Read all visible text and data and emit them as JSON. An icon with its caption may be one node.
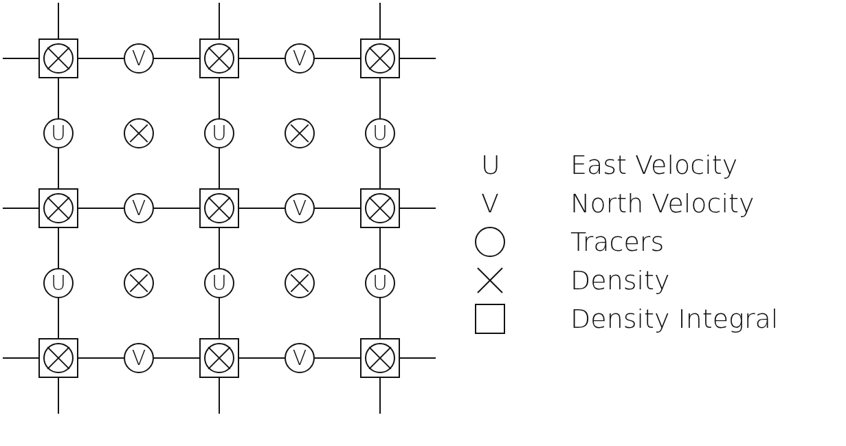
{
  "diagram": {
    "nodes": [
      {
        "text": [],
        "shape": "box"
      },
      {
        "text": [
          "V"
        ]
      },
      {
        "text": [],
        "shape": "box"
      },
      {
        "text": [
          "V"
        ]
      },
      {
        "text": [],
        "shape": "box"
      },
      {
        "text": [
          "U"
        ]
      },
      {
        "text": [],
        "shape": "circle"
      },
      {
        "text": [
          "U"
        ]
      },
      {
        "text": [],
        "shape": "circle"
      },
      {
        "text": [
          "U"
        ]
      },
      {
        "text": [],
        "shape": "box"
      },
      {
        "text": [
          "V"
        ]
      },
      {
        "text": [],
        "shape": "box"
      },
      {
        "text": [
          "V"
        ]
      },
      {
        "text": [],
        "shape": "box"
      },
      {
        "text": [
          "U"
        ]
      },
      {
        "text": [],
        "shape": "circle"
      },
      {
        "text": [
          "U"
        ]
      },
      {
        "text": [],
        "shape": "circle"
      },
      {
        "text": [
          "U"
        ]
      },
      {
        "text": [],
        "shape": "box"
      },
      {
        "text": [
          "V"
        ]
      },
      {
        "text": [],
        "shape": "box"
      },
      {
        "text": [
          "V"
        ]
      },
      {
        "text": [],
        "shape": "box"
      }
    ],
    "edges": [
      {
        "from": null,
        "to": 0,
        "arrow": "none"
      },
      {
        "from": 0,
        "to": 1,
        "arrow": "none"
      },
      {
        "from": 1,
        "to": 2,
        "arrow": "none"
      },
      {
        "from": 2,
        "to": 3,
        "arrow": "none"
      },
      {
        "from": 3,
        "to": 4,
        "arrow": "none"
      },
      {
        "from": 4,
        "to": null,
        "arrow": "none"
      },
      {
        "from": null,
        "to": 10,
        "arrow": "none"
      },
      {
        "from": 10,
        "to": 11,
        "arrow": "none"
      },
      {
        "from": 11,
        "to": 12,
        "arrow": "none"
      },
      {
        "from": 12,
        "to": 13,
        "arrow": "none"
      },
      {
        "from": 13,
        "to": 14,
        "arrow": "none"
      },
      {
        "from": 14,
        "to": null,
        "arrow": "none"
      },
      {
        "from": null,
        "to": 20,
        "arrow": "none"
      },
      {
        "from": 20,
        "to": 21,
        "arrow": "none"
      },
      {
        "from": 21,
        "to": 22,
        "arrow": "none"
      },
      {
        "from": 22,
        "to": 23,
        "arrow": "none"
      },
      {
        "from": 23,
        "to": 24,
        "arrow": "none"
      },
      {
        "from": 24,
        "to": null,
        "arrow": "none"
      },
      {
        "from": null,
        "to": 0,
        "arrow": "none"
      },
      {
        "from": 0,
        "to": 5,
        "arrow": "none"
      },
      {
        "from": 5,
        "to": 10,
        "arrow": "none"
      },
      {
        "from": 10,
        "to": 15,
        "arrow": "none"
      },
      {
        "from": 15,
        "to": 20,
        "arrow": "none"
      },
      {
        "from": 20,
        "to": null,
        "arrow": "none"
      },
      {
        "from": null,
        "to": 2,
        "arrow": "none"
      },
      {
        "from": 2,
        "to": 7,
        "arrow": "none"
      },
      {
        "from": 7,
        "to": 12,
        "arrow": "none"
      },
      {
        "from": 12,
        "to": 17,
        "arrow": "none"
      },
      {
        "from": 17,
        "to": 22,
        "arrow": "none"
      },
      {
        "from": 22,
        "to": null,
        "arrow": "none"
      },
      {
        "from": null,
        "to": 4,
        "arrow": "none"
      },
      {
        "from": 4,
        "to": 9,
        "arrow": "none"
      },
      {
        "from": 9,
        "to": 14,
        "arrow": "none"
      },
      {
        "from": 14,
        "to": 19,
        "arrow": "none"
      },
      {
        "from": 19,
        "to": 24,
        "arrow": "none"
      },
      {
        "from": 24,
        "to": null,
        "arrow": "none"
      }
    ],
    "labels": [
      "U",
      "V"
    ],
    "legend": [
      {
        "text": "East Velocity"
      },
      {
        "text": "North Velocity"
      },
      {
        "text": "Tracers"
      },
      {
        "text": "Density"
      },
      {
        "text": "Density Integral"
      }
    ]
  }
}
